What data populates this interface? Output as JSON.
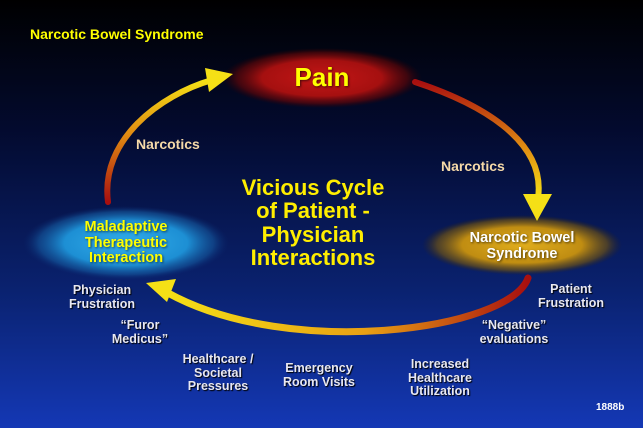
{
  "slide": {
    "title": "Narcotic Bowel Syndrome",
    "slide_number": "1888b",
    "center_text": [
      "Vicious Cycle",
      "of Patient -",
      "Physician",
      "Interactions"
    ]
  },
  "nodes": {
    "pain": {
      "label": "Pain",
      "color": "#b81414"
    },
    "nbs": {
      "label": [
        "Narcotic Bowel",
        "Syndrome"
      ],
      "color": "#c99a17"
    },
    "maladaptive": {
      "label": [
        "Maladaptive",
        "Therapeutic",
        "Interaction"
      ],
      "color": "#2299d8"
    }
  },
  "arrows": {
    "pain_to_nbs_label": "Narcotics",
    "maladaptive_to_pain_label": "Narcotics"
  },
  "bottom_labels": {
    "patient_frustration": [
      "Patient",
      "Frustration"
    ],
    "negative_evaluations": [
      "“Negative”",
      "evaluations"
    ],
    "increased_utilization": [
      "Increased",
      "Healthcare",
      "Utilization"
    ],
    "er_visits": [
      "Emergency",
      "Room Visits"
    ],
    "societal_pressures": [
      "Healthcare /",
      "Societal",
      "Pressures"
    ],
    "furor_medicus": [
      "“Furor",
      "Medicus”"
    ],
    "physician_frustration": [
      "Physician",
      "Frustration"
    ]
  },
  "colors": {
    "title_yellow": "#ffff00",
    "center_yellow": "#ffee00",
    "narcotics_text": "#f5d9a8",
    "arrow_red": "#a80f0f",
    "arrow_yellow": "#f2df14"
  }
}
